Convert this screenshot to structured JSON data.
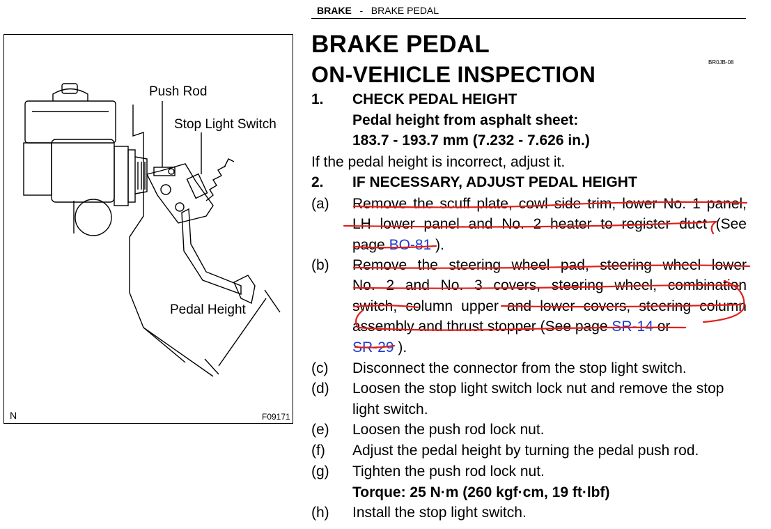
{
  "header": {
    "section": "BRAKE",
    "separator": "-",
    "subsection": "BRAKE PEDAL"
  },
  "figure": {
    "labels": {
      "push_rod": "Push Rod",
      "stop_light_switch": "Stop Light Switch",
      "pedal_height": "Pedal Height",
      "corner_n": "N",
      "figure_id": "F09171"
    }
  },
  "doc": {
    "code": "BR0JB-08",
    "title": "BRAKE PEDAL",
    "subtitle": "ON-VEHICLE  INSPECTION"
  },
  "steps": [
    {
      "num": "1.",
      "title": "CHECK PEDAL HEIGHT",
      "spec_label": "Pedal height from asphalt sheet:",
      "spec_value": "183.7 - 193.7 mm (7.232 - 7.626 in.)",
      "note": "If the pedal height is incorrect, adjust it."
    },
    {
      "num": "2.",
      "title": "IF NECESSARY, ADJUST PEDAL HEIGHT",
      "substeps": [
        {
          "letter": "(a)",
          "lines": [
            "Remove the scuff plate, cowl side trim, lower No. 1 panel,",
            "LH lower panel and No. 2 heater to register duct (See"
          ],
          "prefix": "page ",
          "link": "BO-81",
          "suffix": " )."
        },
        {
          "letter": "(b)",
          "lines": [
            "Remove the steering wheel pad, steering wheel lower",
            "No. 2 and No. 3 covers, steering wheel, combination",
            "switch, column upper and lower covers, steering column"
          ],
          "line4_prefix": "assembly and thrust stopper (See page ",
          "link1": "SR-14",
          "link_join": " or",
          "link2": "SR-29",
          "suffix": " )."
        },
        {
          "letter": "(c)",
          "text": "Disconnect the connector from the stop light switch."
        },
        {
          "letter": "(d)",
          "text": "Loosen the stop light switch lock nut and remove the stop",
          "text2": "light switch."
        },
        {
          "letter": "(e)",
          "text": "Loosen the push rod lock nut."
        },
        {
          "letter": "(f)",
          "text": "Adjust the pedal height by turning the pedal push rod."
        },
        {
          "letter": "(g)",
          "text": "Tighten the push rod lock nut.",
          "torque": "Torque: 25 N·m (260 kgf·cm, 19 ft·lbf)"
        },
        {
          "letter": "(h)",
          "text": "Install the stop light switch."
        }
      ]
    }
  ],
  "colors": {
    "annotation": "#e0201c",
    "link": "#1a3cc9"
  }
}
